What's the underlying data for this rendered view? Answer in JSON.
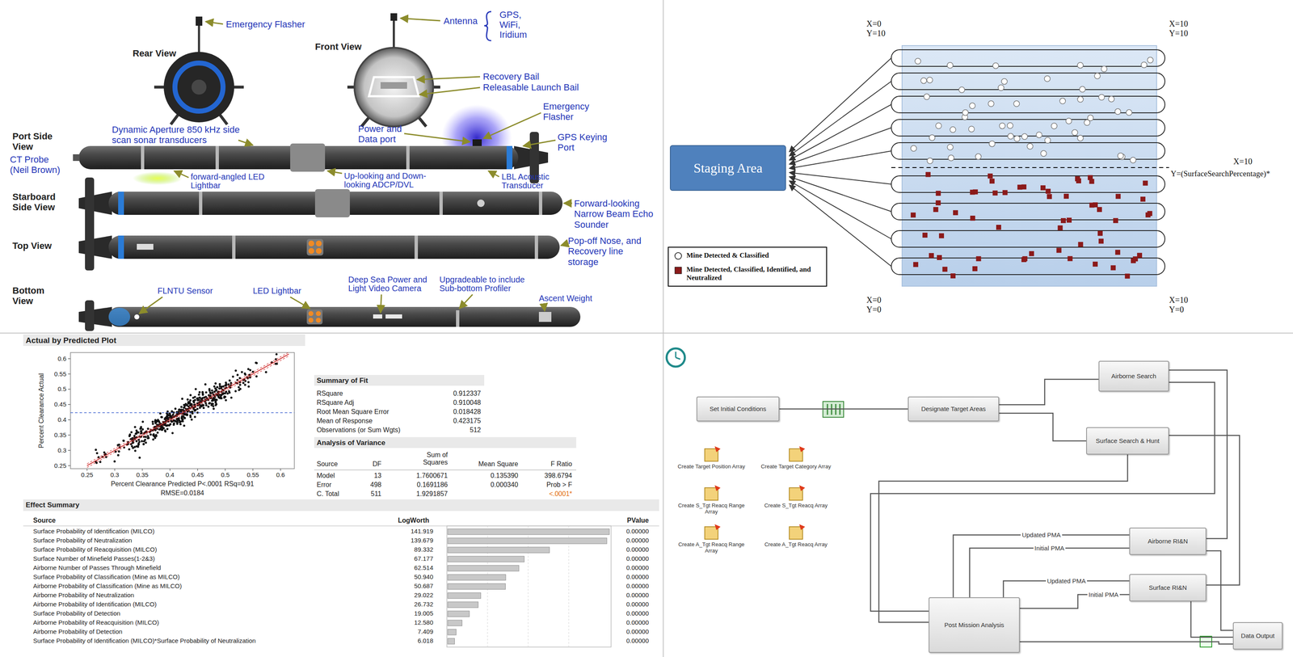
{
  "diagram": {
    "nodes": [
      {
        "text": [
          "Staging Area"
        ]
      },
      {
        "text": [
          "Set Initial Conditions"
        ]
      },
      {
        "text": [
          "Designate Target Areas"
        ]
      },
      {
        "text": [
          "Airborne Search"
        ]
      },
      {
        "text": [
          "Surface Search & Hunt"
        ]
      },
      {
        "text": [
          "Airborne RI&N"
        ]
      },
      {
        "text": [
          "Surface RI&N"
        ]
      },
      {
        "text": [
          "Post Mission Analysis"
        ]
      },
      {
        "text": [
          "Data Output"
        ]
      }
    ],
    "edges": [
      {
        "from": 1,
        "to": 2,
        "arrow": "none"
      },
      {
        "from": 2,
        "to": 3,
        "arrow": "none"
      },
      {
        "from": 2,
        "to": 4,
        "arrow": "none"
      },
      {
        "from": 3,
        "to": 5,
        "arrow": "none"
      },
      {
        "from": 4,
        "to": 6,
        "arrow": "none"
      },
      {
        "from": 3,
        "to": 7,
        "arrow": "none"
      },
      {
        "from": 4,
        "to": 7,
        "arrow": "none"
      },
      {
        "from": 7,
        "to": 5,
        "label": "Updated PMA",
        "arrow": "none"
      },
      {
        "from": 7,
        "to": 5,
        "label": "Initial PMA",
        "arrow": "none"
      },
      {
        "from": 7,
        "to": 6,
        "label": "Updated PMA",
        "arrow": "none"
      },
      {
        "from": 7,
        "to": 6,
        "label": "Initial PMA",
        "arrow": "none"
      },
      {
        "from": 5,
        "to": 8,
        "arrow": "none"
      },
      {
        "from": 6,
        "to": 8,
        "arrow": "none"
      },
      {
        "from": 7,
        "to": 8,
        "arrow": "none"
      }
    ],
    "labels": [
      "Emergency Flasher",
      "Rear View",
      "Front View",
      "Antenna",
      "GPS, WiFi, Iridium",
      "Recovery Bail",
      "Releasable Launch Bail",
      "Emergency Flasher",
      "Port Side View",
      "Dynamic Aperture 850 kHz side scan sonar transducers",
      "Power and Data port",
      "GPS Keying Port",
      "CT Probe (Neil Brown)",
      "forward-angled LED Lightbar",
      "Up-looking and Down-looking ADCP/DVL",
      "LBL Acoustic Transducer",
      "Starboard Side View",
      "Forward-looking Narrow Beam Echo Sounder",
      "Top View",
      "Pop-off Nose, and Recovery line storage",
      "Bottom View",
      "FLNTU Sensor",
      "LED Lightbar",
      "Deep Sea Power and Light Video Camera",
      "Upgradeable to include Sub-bottom Profiler",
      "Ascent Weight",
      "X=0 Y=10",
      "X=10 Y=10",
      "X=10",
      "Y=(SurfaceSearchPercentage)*",
      "X=0 Y=0",
      "X=10 Y=0",
      "Actual by Predicted Plot",
      "0.6",
      "0.55",
      "0.5",
      "0.45",
      "0.4",
      "0.35",
      "0.3",
      "0.25",
      "0.25",
      "0.3",
      "0.35",
      "0.4",
      "0.45",
      "0.5",
      "0.55",
      "0.6",
      "Percent Clearance Actual",
      "Percent Clearance Predicted P<.0001 RSq=0.91",
      "RMSE=0.0184",
      "Summary of Fit",
      "RSquare",
      "0.912337",
      "RSquare Adj",
      "0.910048",
      "Root Mean Square Error",
      "0.018428",
      "Mean of Response",
      "0.423175",
      "Observations (or Sum Wgts)",
      "512",
      "Analysis of Variance",
      "Source",
      "DF",
      "Sum of Squares",
      "Mean Square",
      "F Ratio",
      "Model",
      "13",
      "1.7600671",
      "0.135390",
      "398.6794",
      "Error",
      "498",
      "0.1691186",
      "0.000340",
      "Prob > F",
      "C. Total",
      "511",
      "1.9291857",
      "<.0001*",
      "Effect Summary",
      "Source",
      "LogWorth",
      "PValue",
      "Surface Probability of Identification (MILCO)",
      "141.919",
      "0.00000",
      "Surface Probability of Neutralization",
      "139.679",
      "0.00000",
      "Surface Probability of Reacquisition (MILCO)",
      "89.332",
      "0.00000",
      "Surface Number of Minefield Passes(1-2&3)",
      "67.177",
      "0.00000",
      "Airborne Number of Passes Through Minefield",
      "62.514",
      "0.00000",
      "Surface Probability of Classification (Mine as MILCO)",
      "50.940",
      "0.00000",
      "Airborne Probability of Classification (Mine as MILCO)",
      "50.687",
      "0.00000",
      "Airborne Probability of Neutralization",
      "29.022",
      "0.00000",
      "Airborne Probability of Identification (MILCO)",
      "26.732",
      "0.00000",
      "Surface Probability of Detection",
      "19.005",
      "0.00000",
      "Airborne Probability of Reacquisition (MILCO)",
      "12.580",
      "0.00000",
      "Airborne Probability of Detection",
      "7.409",
      "0.00000",
      "Surface Probability of Identification (MILCO)*Surface Probability of Neutralization",
      "6.018",
      "0.00000",
      "Create Target Position Array",
      "Create Target Category Array",
      "Create S_Tgt Reacq Range Array",
      "Create S_Tgt Reacq Array",
      "Create A_Tgt Reacq Range Array",
      "Create A_Tgt Reacq Array"
    ],
    "legend": [
      {
        "text": "Mine Detected & Classified"
      },
      {
        "text": "Mine Detected, Classified, Identified, and Neutralized",
        "color": "#8b1a1a"
      }
    ]
  }
}
